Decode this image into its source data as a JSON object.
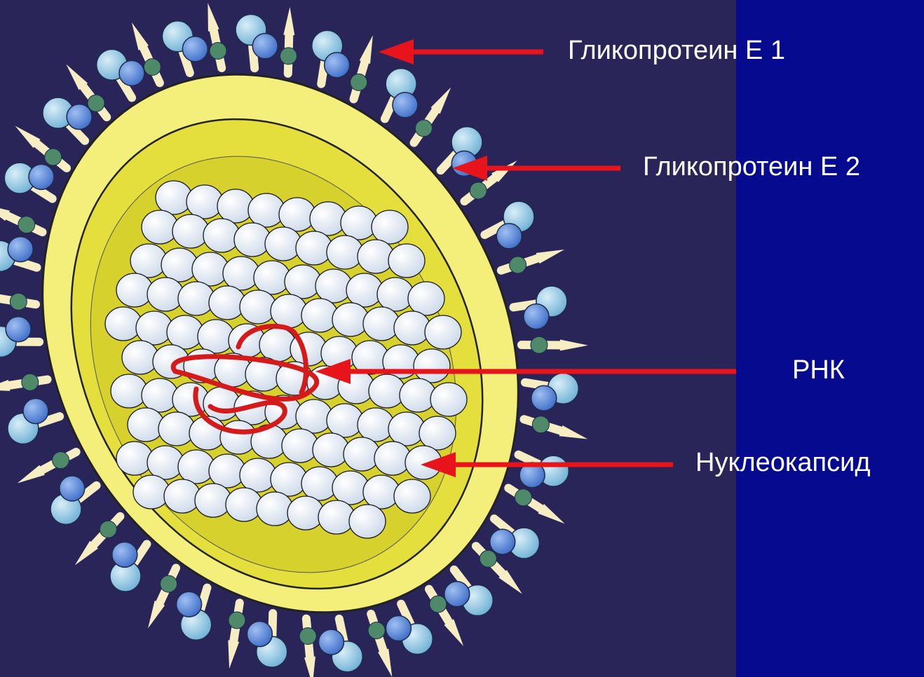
{
  "colors": {
    "background": "#2a2559",
    "side_panel": "#050a8e",
    "arrow": "#e8141b",
    "envelope": "#f4ef7a",
    "envelope_inner": "#e4df3c",
    "capsid": "#e6edf7",
    "rna": "#d41a1a"
  },
  "labels": {
    "glycoprotein_e1": "Гликопротеин Е 1",
    "glycoprotein_e2": "Гликопротеин Е 2",
    "rna": "РНК",
    "nucleocapsid": "Нуклеокапсид"
  }
}
